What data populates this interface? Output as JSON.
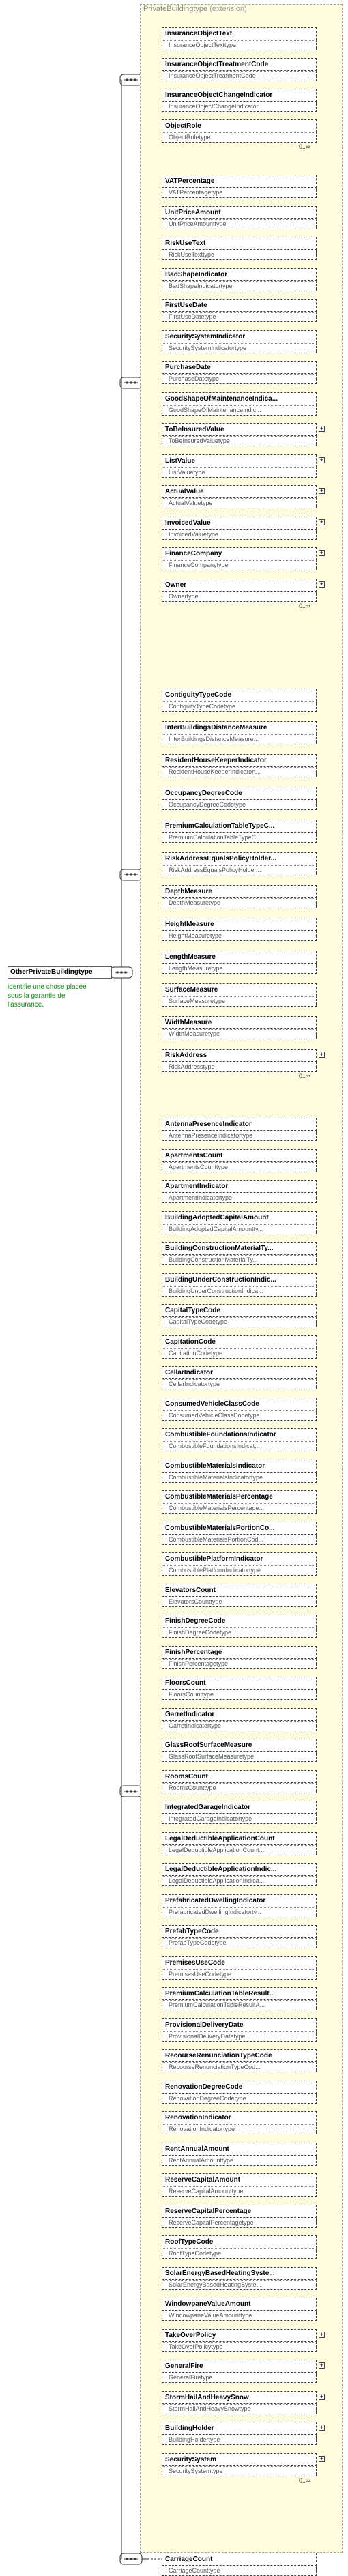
{
  "extension_title": "PrivateBuildingtype",
  "extension_subtitle": "(extension)",
  "root": {
    "name": "OtherPrivateBuildingtype",
    "documentation": "identifie une chose placée sous la garantie de l'assurance."
  },
  "cardinality_open": "0..∞",
  "groups": [
    {
      "items": [
        {
          "name": "InsuranceObjectText",
          "type": "InsuranceObjectTexttype",
          "optional": true
        },
        {
          "name": "InsuranceObjectTreatmentCode",
          "type": "InsuranceObjectTreatmentCode",
          "optional": true
        },
        {
          "name": "InsuranceObjectChangeIndicator",
          "type": "InsuranceObjectChangeIndicator",
          "optional": true
        },
        {
          "name": "ObjectRole",
          "type": "ObjectRoletype",
          "optional": true
        }
      ]
    },
    {
      "items": [
        {
          "name": "VATPercentage",
          "type": "VATPercentagetype",
          "optional": true
        },
        {
          "name": "UnitPriceAmount",
          "type": "UnitPriceAmounttype",
          "optional": true
        },
        {
          "name": "RiskUseText",
          "type": "RiskUseTexttype",
          "optional": true
        },
        {
          "name": "BadShapeIndicator",
          "type": "BadShapeIndicatortype",
          "optional": true
        },
        {
          "name": "FirstUseDate",
          "type": "FirstUseDatetype",
          "optional": true
        },
        {
          "name": "SecuritySystemIndicator",
          "type": "SecuritySystemIndicatortype",
          "optional": true
        },
        {
          "name": "PurchaseDate",
          "type": "PurchaseDatetype",
          "optional": true
        },
        {
          "name": "GoodShapeOfMaintenanceIndica...",
          "type": "GoodShapeOfMaintenanceIndic...",
          "optional": true
        },
        {
          "name": "ToBeInsuredValue",
          "type": "ToBeInsuredValuetype",
          "optional": true,
          "plus": true
        },
        {
          "name": "ListValue",
          "type": "ListValuetype",
          "optional": true,
          "plus": true
        },
        {
          "name": "ActualValue",
          "type": "ActualValuetype",
          "optional": true,
          "plus": true
        },
        {
          "name": "InvoicedValue",
          "type": "InvoicedValuetype",
          "optional": true,
          "plus": true
        },
        {
          "name": "FinanceCompany",
          "type": "FinanceCompanytype",
          "optional": true,
          "plus": true
        },
        {
          "name": "Owner",
          "type": "Ownertype",
          "optional": true,
          "plus": true
        }
      ]
    },
    {
      "items": [
        {
          "name": "ContiguityTypeCode",
          "type": "ContiguityTypeCodetype",
          "optional": true
        },
        {
          "name": "InterBuildingsDistanceMeasure",
          "type": "InterBuildingsDistanceMeasure...",
          "optional": true
        },
        {
          "name": "ResidentHouseKeeperIndicator",
          "type": "ResidentHouseKeeperIndicatort...",
          "optional": true
        },
        {
          "name": "OccupancyDegreeCode",
          "type": "OccupancyDegreeCodetype",
          "optional": true
        },
        {
          "name": "PremiumCalculationTableTypeC...",
          "type": "PremiumCalculationTableTypeC...",
          "optional": true
        },
        {
          "name": "RiskAddressEqualsPolicyHolder...",
          "type": "RiskAddressEqualsPolicyHolder...",
          "optional": true
        },
        {
          "name": "DepthMeasure",
          "type": "DepthMeasuretype",
          "optional": true
        },
        {
          "name": "HeightMeasure",
          "type": "HeightMeasuretype",
          "optional": true
        },
        {
          "name": "LengthMeasure",
          "type": "LengthMeasuretype",
          "optional": true
        },
        {
          "name": "SurfaceMeasure",
          "type": "SurfaceMeasuretype",
          "optional": true
        },
        {
          "name": "WidthMeasure",
          "type": "WidthMeasuretype",
          "optional": true
        },
        {
          "name": "RiskAddress",
          "type": "RiskAddresstype",
          "optional": true,
          "plus": true
        }
      ]
    },
    {
      "items": [
        {
          "name": "AntennaPresenceIndicator",
          "type": "AntennaPresenceIndicatortype",
          "optional": true
        },
        {
          "name": "ApartmentsCount",
          "type": "ApartmentsCounttype",
          "optional": true
        },
        {
          "name": "ApartmentIndicator",
          "type": "ApartmentIndicatortype",
          "optional": true
        },
        {
          "name": "BuildingAdoptedCapitalAmount",
          "type": "BuildingAdoptedCapitalAmountty...",
          "optional": true
        },
        {
          "name": "BuildingConstructionMaterialTy...",
          "type": "BuildingConstructionMaterialTy...",
          "optional": true
        },
        {
          "name": "BuildingUnderConstructionIndic...",
          "type": "BuildingUnderConstructionIndica...",
          "optional": true
        },
        {
          "name": "CapitalTypeCode",
          "type": "CapitalTypeCodetype",
          "optional": true
        },
        {
          "name": "CapitationCode",
          "type": "CapitationCodetype",
          "optional": true
        },
        {
          "name": "CellarIndicator",
          "type": "CellarIndicatortype",
          "optional": true
        },
        {
          "name": "ConsumedVehicleClassCode",
          "type": "ConsumedVehicleClassCodetype",
          "optional": true
        },
        {
          "name": "CombustibleFoundationsIndicator",
          "type": "CombustibleFoundationsIndicat...",
          "optional": true
        },
        {
          "name": "CombustibleMaterialsIndicator",
          "type": "CombustibleMaterialsIndicatortype",
          "optional": true
        },
        {
          "name": "CombustibleMaterialsPercentage",
          "type": "CombustibleMaterialsPercentage...",
          "optional": true
        },
        {
          "name": "CombustibleMaterialsPortionCo...",
          "type": "CombustibleMaterialsPortionCod...",
          "optional": true
        },
        {
          "name": "CombustiblePlatformIndicator",
          "type": "CombustiblePlatformIndicatortype",
          "optional": true
        },
        {
          "name": "ElevatorsCount",
          "type": "ElevatorsCounttype",
          "optional": true
        },
        {
          "name": "FinishDegreeCode",
          "type": "FinishDegreeCodetype",
          "optional": true
        },
        {
          "name": "FinishPercentage",
          "type": "FinishPercentagetype",
          "optional": true
        },
        {
          "name": "FloorsCount",
          "type": "FloorsCounttype",
          "optional": true
        },
        {
          "name": "GarretIndicator",
          "type": "GarretIndicatortype",
          "optional": true
        },
        {
          "name": "GlassRoofSurfaceMeasure",
          "type": "GlassRoofSurfaceMeasuretype",
          "optional": true
        },
        {
          "name": "RoomsCount",
          "type": "RoomsCounttype",
          "optional": true
        },
        {
          "name": "IntegratedGarageIndicator",
          "type": "IntegratedGarageIndicatortype",
          "optional": true
        },
        {
          "name": "LegalDeductibleApplicationCount",
          "type": "LegalDeductibleApplicationCount...",
          "optional": true
        },
        {
          "name": "LegalDeductibleApplicationIndic...",
          "type": "LegalDeductibleApplicationIndica...",
          "optional": true
        },
        {
          "name": "PrefabricatedDwellingIndicator",
          "type": "PrefabricatedDwellingIndicatorty...",
          "optional": true
        },
        {
          "name": "PrefabTypeCode",
          "type": "PrefabTypeCodetype",
          "optional": true
        },
        {
          "name": "PremisesUseCode",
          "type": "PremisesUseCodetype",
          "optional": true
        },
        {
          "name": "PremiumCalculationTableResult...",
          "type": "PremiumCalculationTableResultA...",
          "optional": true
        },
        {
          "name": "ProvisionalDeliveryDate",
          "type": "ProvisionalDeliveryDatetype",
          "optional": true
        },
        {
          "name": "RecourseRenunciationTypeCode",
          "type": "RecourseRenunciationTypeCod...",
          "optional": true
        },
        {
          "name": "RenovationDegreeCode",
          "type": "RenovationDegreeCodetype",
          "optional": true
        },
        {
          "name": "RenovationIndicator",
          "type": "RenovationIndicatortype",
          "optional": true
        },
        {
          "name": "RentAnnualAmount",
          "type": "RentAnnualAmounttype",
          "optional": true
        },
        {
          "name": "ReserveCapitalAmount",
          "type": "ReserveCapitalAmounttype",
          "optional": true
        },
        {
          "name": "ReserveCapitalPercentage",
          "type": "ReserveCapitalPercentagetype",
          "optional": true
        },
        {
          "name": "RoofTypeCode",
          "type": "RoofTypeCodetype",
          "optional": true
        },
        {
          "name": "SolarEnergyBasedHeatingSyste...",
          "type": "SolarEnergyBasedHeatingSyste...",
          "optional": true
        },
        {
          "name": "WindowpaneValueAmount",
          "type": "WindowpaneValueAmounttype",
          "optional": true
        },
        {
          "name": "TakeOverPolicy",
          "type": "TakeOverPolicytype",
          "optional": true,
          "plus": true
        },
        {
          "name": "GeneralFire",
          "type": "GeneralFiretype",
          "optional": true,
          "plus": true
        },
        {
          "name": "StormHailAndHeavySnow",
          "type": "StormHailAndHeavySnowtype",
          "optional": true,
          "plus": true
        },
        {
          "name": "BuildingHolder",
          "type": "BuildingHoldertype",
          "optional": true,
          "plus": true
        },
        {
          "name": "SecuritySystem",
          "type": "SecuritySystemtype",
          "optional": true,
          "plus": true
        }
      ]
    }
  ],
  "trailing": {
    "name": "CarriageCount",
    "type": "CarriageCounttype",
    "optional": true
  }
}
